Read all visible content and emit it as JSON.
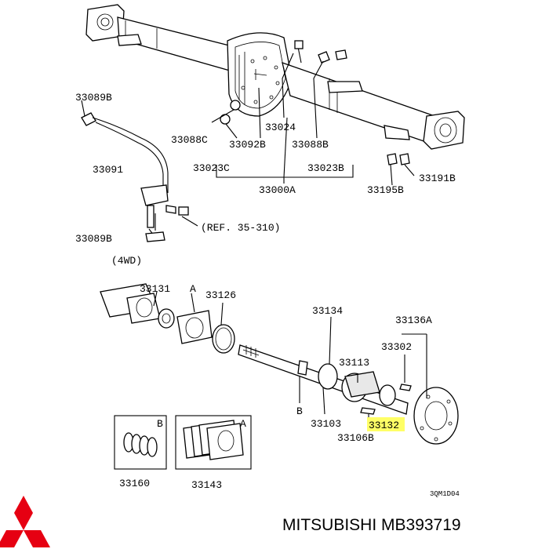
{
  "brand": {
    "name": "MITSUBISHI MB393719",
    "logo_color": "#e60012"
  },
  "highlight_color": "#ffff66",
  "labels": {
    "p33089B_top": "33089B",
    "p33091": "33091",
    "p33089B_bot": "33089B",
    "p4wd": "(4WD)",
    "ref": "(REF. 35-310)",
    "p33088C": "33088C",
    "p33092B": "33092B",
    "p33024": "33024",
    "p33088B": "33088B",
    "p33023C": "33023C",
    "p33023B": "33023B",
    "p33000A": "33000A",
    "p33195B": "33195B",
    "p33191B": "33191B",
    "p33131": "33131",
    "mark_A_top": "A",
    "p33126": "33126",
    "p33134": "33134",
    "p33136A": "33136A",
    "p33302": "33302",
    "p33113": "33113",
    "mark_B_mid": "B",
    "p33103": "33103",
    "p33132": "33132",
    "p33106B": "33106B",
    "mark_B_box": "B",
    "mark_A_box": "A",
    "p33160": "33160",
    "p33143": "33143",
    "drawing_code": "3QM1D04"
  }
}
